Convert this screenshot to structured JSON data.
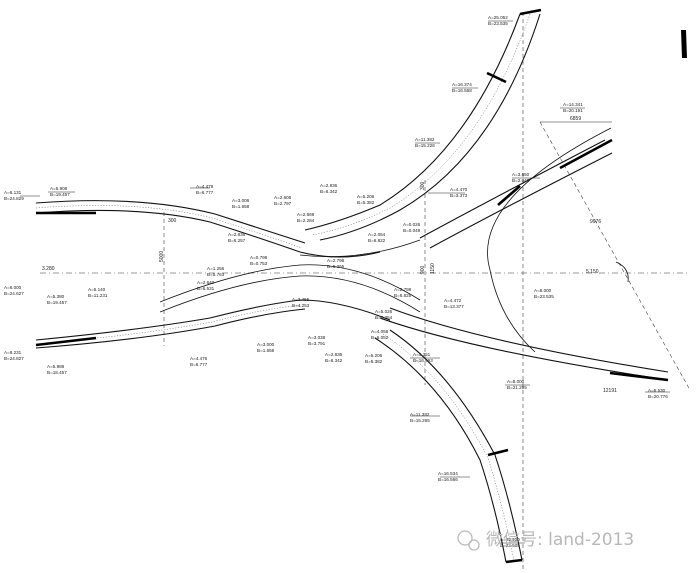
{
  "annotations": {
    "tr_tip": [
      "A=25.052",
      "B=23.535"
    ],
    "tr_mid": [
      "A=16.374",
      "B=16.568"
    ],
    "tr_low": [
      "A=11.382",
      "B=15.226"
    ],
    "tr_4470": [
      "A=4.470",
      "B=3.373"
    ],
    "tr_3650": [
      "A=3.650",
      "B=2.048"
    ],
    "tr_1416": [
      "A=14.341",
      "B=20.191"
    ],
    "tl_end": [
      "A=6.131",
      "B=24.829"
    ],
    "tl_5906": [
      "A=5.908",
      "B=19.457"
    ],
    "tl_4478": [
      "A=4.478",
      "B=6.777"
    ],
    "tl_3006": [
      "A=3.006",
      "B=1.658"
    ],
    "tl_2606": [
      "A=2.606",
      "B=2.797"
    ],
    "tl_2669": [
      "A=2.669",
      "B=2.284"
    ],
    "tl_2836": [
      "A=2.836",
      "B=6.257"
    ],
    "top_2836": [
      "A=2.836",
      "B=6.342"
    ],
    "top_5206": [
      "A=5.206",
      "B=5.382"
    ],
    "top_2054": [
      "A=2.054",
      "B=6.822"
    ],
    "top_0026": [
      "A=0.026",
      "B=0.049"
    ],
    "mid_1256": [
      "A=1.256",
      "B=5.763"
    ],
    "mid_2640": [
      "A=2.640",
      "B=6.531"
    ],
    "mid_0798": [
      "A=0.798",
      "B=0.753"
    ],
    "mid_2798": [
      "A=2.798",
      "B=5.365"
    ],
    "ml_6000": [
      "A=6.000",
      "B=24.627"
    ],
    "ml_5140": [
      "A=5.140",
      "B=11.231"
    ],
    "ml_5380": [
      "A=5.380",
      "B=19.457"
    ],
    "mr_2798": [
      "A=2.798",
      "B=6.825"
    ],
    "mr_4472": [
      "A=4.472",
      "B=13.377"
    ],
    "mr_8000": [
      "A=8.000",
      "B=23.535"
    ],
    "bl_2455": [
      "A=2.455",
      "B=4.253"
    ],
    "bl_5026": [
      "A=5.026",
      "B=5.354"
    ],
    "bl_4058": [
      "A=4.058",
      "B=6.052"
    ],
    "bl_3000": [
      "A=3.000",
      "B=1.658"
    ],
    "bl_3038": [
      "A=3.038",
      "B=3.791"
    ],
    "bl_2836": [
      "A=2.836",
      "B=6.342"
    ],
    "bl_5206": [
      "A=5.206",
      "B=5.382"
    ],
    "bl_4351": [
      "A=4.351",
      "B=16.493"
    ],
    "lb_end": [
      "A=9.231",
      "B=24.827"
    ],
    "lb_5986": [
      "A=5.988",
      "B=18.457"
    ],
    "lb_4476": [
      "A=4.476",
      "B=6.777"
    ],
    "br_8000": [
      "A=8.000",
      "B=21.295"
    ],
    "br_6530": [
      "A=6.530",
      "B=20.776"
    ],
    "bot_1158": [
      "A=11.382",
      "B=15.265"
    ],
    "bot_1653": [
      "A=16.534",
      "B=16.566"
    ],
    "bot_2595": [
      "A=25.950",
      "B=23.535"
    ]
  },
  "dimensions": {
    "d_6859": "6859",
    "d_9976": "9976",
    "d_5150": "5.150",
    "d_3280": "3.280",
    "d_12191": "12191",
    "d_5000": "5000",
    "d_900": "900",
    "d_1150": "1150",
    "d_300_top": "300",
    "d_300_left": "300"
  },
  "watermark": {
    "text": "微信号: land-2013"
  }
}
